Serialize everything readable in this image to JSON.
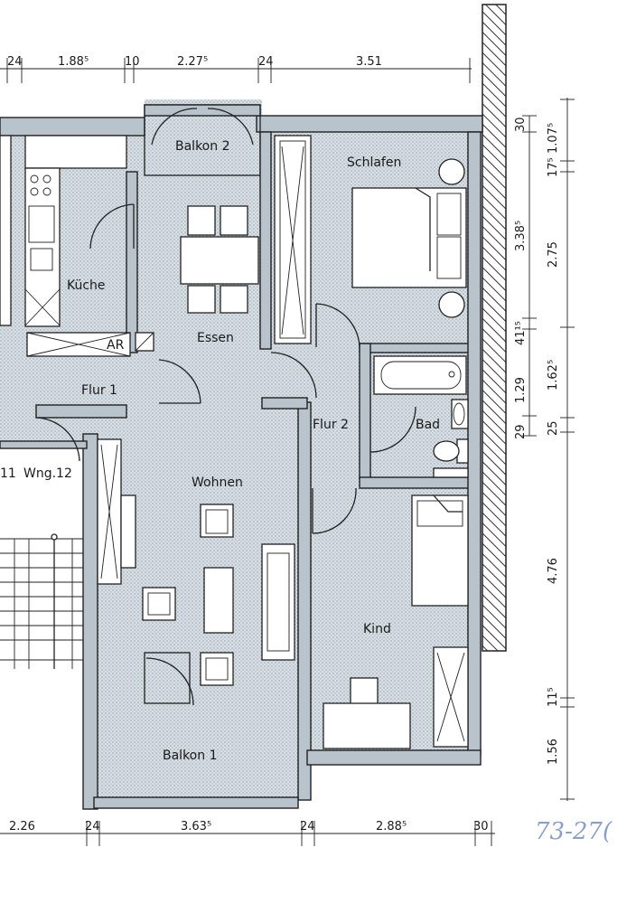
{
  "rooms": {
    "kueche": "Küche",
    "balkon2": "Balkon 2",
    "schlafen": "Schlafen",
    "essen": "Essen",
    "ar": "AR",
    "flur1": "Flur 1",
    "flur2": "Flur 2",
    "bad": "Bad",
    "wohnen": "Wohnen",
    "kind": "Kind",
    "balkon1": "Balkon 1",
    "wng_left": "11",
    "wng12": "Wng.12"
  },
  "dims_top": [
    "24",
    "1.88⁵",
    "10",
    "2.27⁵",
    "24",
    "3.51"
  ],
  "dims_bottom": [
    "2.26",
    "24",
    "3.63⁵",
    "24",
    "2.88⁵",
    "30"
  ],
  "dims_right_inner": [
    "30",
    "3.38⁵",
    "41¹⁵",
    "1.29",
    "29"
  ],
  "dims_right_outer": [
    "1.07⁵",
    "17⁵",
    "2.75",
    "1.62⁵",
    "25",
    "4.76",
    "11⁵",
    "1.56"
  ],
  "handwriting": "73-27("
}
